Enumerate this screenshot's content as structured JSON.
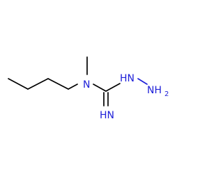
{
  "molecule": {
    "atoms": {
      "n_methyl_butyl": "N",
      "nh_hydrazine": "HN",
      "nh2_main": "NH",
      "nh2_subscript": "2",
      "nh_imine": "HN"
    },
    "colors": {
      "carbon_bond": "#000000",
      "nitrogen": "#1f20d8",
      "background": "#ffffff"
    }
  }
}
